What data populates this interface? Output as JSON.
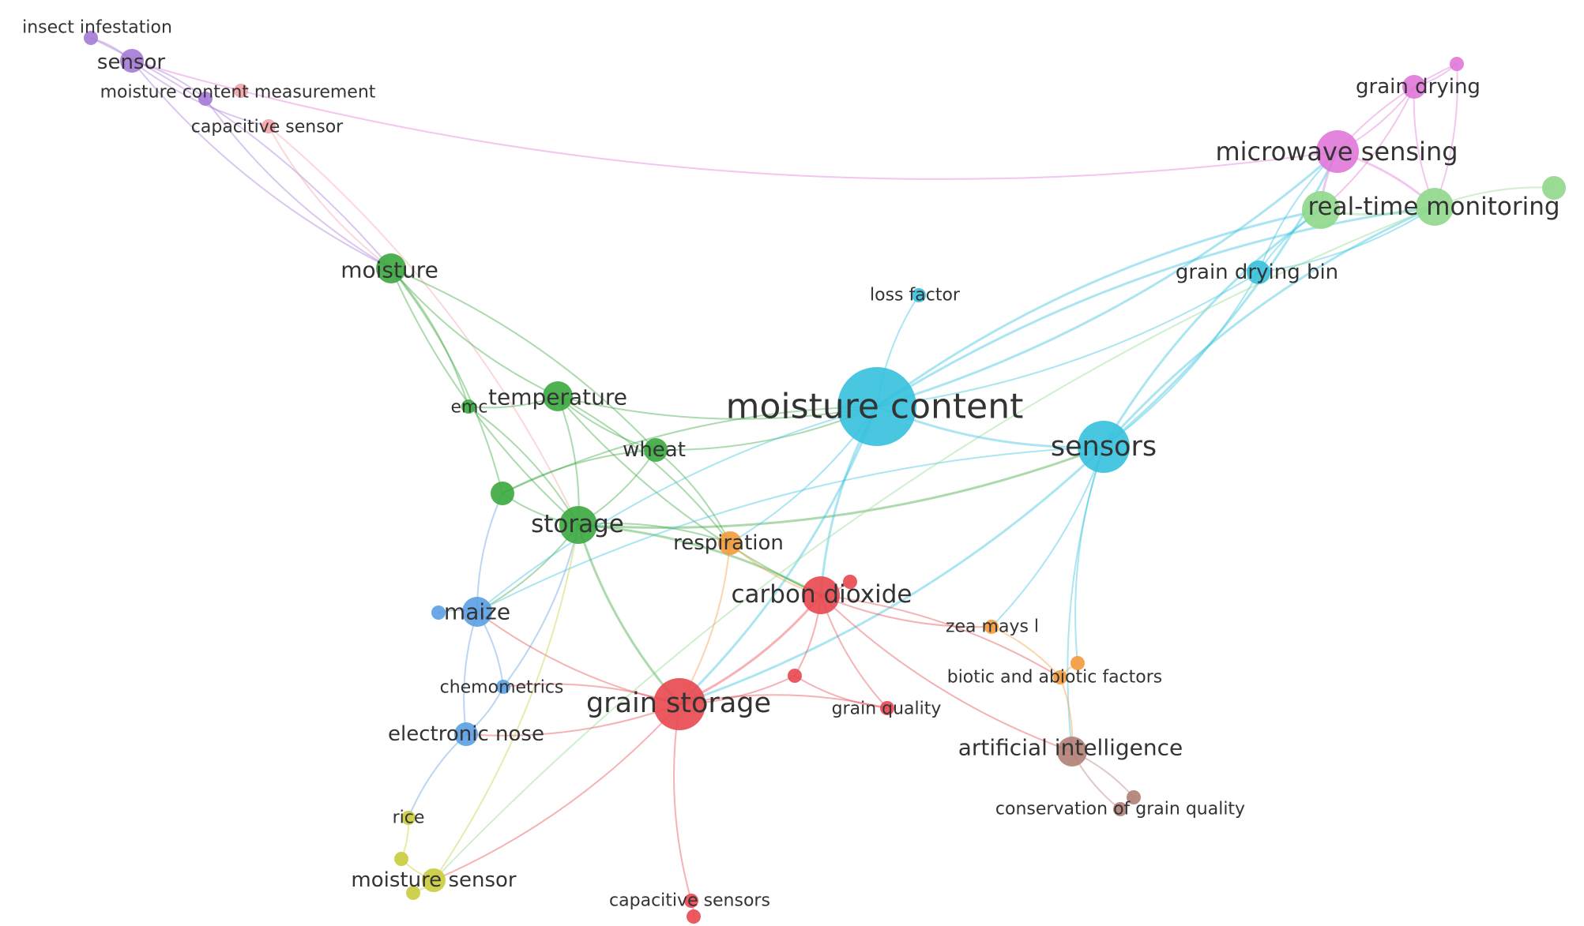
{
  "clusters": {
    "red": "#e8474e",
    "green": "#3aa83f",
    "lightgreen": "#8fd88b",
    "blue": "#5a9ee3",
    "cyan": "#35c0dd",
    "orange": "#f29a3a",
    "purple": "#a57ad6",
    "pink": "#e077d9",
    "salmon": "#f4a3a8",
    "brown": "#b07e75",
    "yellow": "#c9cc3c"
  },
  "nodes": [
    {
      "id": "insect-infestation",
      "label": "insect infestation",
      "cluster": "purple",
      "weight": 1
    },
    {
      "id": "sensor",
      "label": "sensor",
      "cluster": "purple",
      "weight": 2
    },
    {
      "id": "moisture-content-measurement",
      "label": "moisture content measurement",
      "cluster": "purple",
      "weight": 1
    },
    {
      "id": "salmon-small",
      "label": "",
      "cluster": "salmon",
      "weight": 1
    },
    {
      "id": "capacitive-sensor",
      "label": "capacitive sensor",
      "cluster": "salmon",
      "weight": 1
    },
    {
      "id": "moisture",
      "label": "moisture",
      "cluster": "green",
      "weight": 3
    },
    {
      "id": "emc",
      "label": "emc",
      "cluster": "green",
      "weight": 1
    },
    {
      "id": "temperature",
      "label": "temperature",
      "cluster": "green",
      "weight": 3
    },
    {
      "id": "wheat",
      "label": "wheat",
      "cluster": "green",
      "weight": 2
    },
    {
      "id": "green-unlabeled",
      "label": "",
      "cluster": "green",
      "weight": 2
    },
    {
      "id": "storage",
      "label": "storage",
      "cluster": "green",
      "weight": 4
    },
    {
      "id": "moisture-content",
      "label": "moisture content",
      "cluster": "cyan",
      "weight": 10
    },
    {
      "id": "loss-factor",
      "label": "loss factor",
      "cluster": "cyan",
      "weight": 1
    },
    {
      "id": "sensors",
      "label": "sensors",
      "cluster": "cyan",
      "weight": 6
    },
    {
      "id": "grain-drying-bin",
      "label": "grain drying bin",
      "cluster": "cyan",
      "weight": 2
    },
    {
      "id": "microwave-sensing",
      "label": "microwave sensing",
      "cluster": "pink",
      "weight": 5
    },
    {
      "id": "grain-drying",
      "label": "grain drying",
      "cluster": "pink",
      "weight": 2
    },
    {
      "id": "pink-small",
      "label": "",
      "cluster": "pink",
      "weight": 1
    },
    {
      "id": "real-time-monitoring",
      "label": "real-time monitoring",
      "cluster": "lightgreen",
      "weight": 4
    },
    {
      "id": "lightgreen-a",
      "label": "",
      "cluster": "lightgreen",
      "weight": 4
    },
    {
      "id": "lightgreen-b",
      "label": "",
      "cluster": "lightgreen",
      "weight": 2
    },
    {
      "id": "respiration",
      "label": "respiration",
      "cluster": "orange",
      "weight": 2
    },
    {
      "id": "carbon-dioxide",
      "label": "carbon dioxide",
      "cluster": "red",
      "weight": 4
    },
    {
      "id": "red-small-a",
      "label": "",
      "cluster": "red",
      "weight": 1
    },
    {
      "id": "zea-mays-l",
      "label": "zea mays l",
      "cluster": "orange",
      "weight": 1
    },
    {
      "id": "biotic-and-abiotic-factors",
      "label": "biotic and abiotic factors",
      "cluster": "orange",
      "weight": 1
    },
    {
      "id": "orange-small",
      "label": "",
      "cluster": "orange",
      "weight": 1
    },
    {
      "id": "maize",
      "label": "maize",
      "cluster": "blue",
      "weight": 3
    },
    {
      "id": "blue-small",
      "label": "",
      "cluster": "blue",
      "weight": 1
    },
    {
      "id": "chemometrics",
      "label": "chemometrics",
      "cluster": "blue",
      "weight": 1
    },
    {
      "id": "electronic-nose",
      "label": "electronic nose",
      "cluster": "blue",
      "weight": 2
    },
    {
      "id": "grain-storage",
      "label": "grain storage",
      "cluster": "red",
      "weight": 6
    },
    {
      "id": "red-small-b",
      "label": "",
      "cluster": "red",
      "weight": 1
    },
    {
      "id": "grain-quality",
      "label": "grain quality",
      "cluster": "red",
      "weight": 1
    },
    {
      "id": "artificial-intelligence",
      "label": "artificial intelligence",
      "cluster": "brown",
      "weight": 3
    },
    {
      "id": "conservation-of-grain-quality",
      "label": "conservation of grain quality",
      "cluster": "brown",
      "weight": 1
    },
    {
      "id": "brown-small",
      "label": "",
      "cluster": "brown",
      "weight": 1
    },
    {
      "id": "rice",
      "label": "rice",
      "cluster": "yellow",
      "weight": 1
    },
    {
      "id": "yellow-small-a",
      "label": "",
      "cluster": "yellow",
      "weight": 1
    },
    {
      "id": "moisture-sensor",
      "label": "moisture sensor",
      "cluster": "yellow",
      "weight": 2
    },
    {
      "id": "yellow-small-b",
      "label": "",
      "cluster": "yellow",
      "weight": 1
    },
    {
      "id": "capacitive-sensors",
      "label": "capacitive sensors",
      "cluster": "red",
      "weight": 1
    },
    {
      "id": "red-small-c",
      "label": "",
      "cluster": "red",
      "weight": 1
    }
  ],
  "links": [
    [
      "insect-infestation",
      "sensor"
    ],
    [
      "sensor",
      "moisture"
    ],
    [
      "sensor",
      "moisture-content-measurement"
    ],
    [
      "sensor",
      "capacitive-sensor"
    ],
    [
      "insect-infestation",
      "moisture"
    ],
    [
      "moisture-content-measurement",
      "moisture"
    ],
    [
      "capacitive-sensor",
      "storage"
    ],
    [
      "capacitive-sensor",
      "moisture"
    ],
    [
      "moisture",
      "emc"
    ],
    [
      "moisture",
      "temperature"
    ],
    [
      "moisture",
      "wheat"
    ],
    [
      "moisture",
      "storage"
    ],
    [
      "moisture",
      "green-unlabeled"
    ],
    [
      "emc",
      "temperature"
    ],
    [
      "emc",
      "storage"
    ],
    [
      "temperature",
      "wheat"
    ],
    [
      "temperature",
      "storage"
    ],
    [
      "temperature",
      "moisture-content"
    ],
    [
      "temperature",
      "respiration"
    ],
    [
      "temperature",
      "carbon-dioxide"
    ],
    [
      "wheat",
      "storage"
    ],
    [
      "wheat",
      "moisture-content"
    ],
    [
      "wheat",
      "respiration"
    ],
    [
      "wheat",
      "green-unlabeled"
    ],
    [
      "green-unlabeled",
      "moisture-content"
    ],
    [
      "green-unlabeled",
      "storage"
    ],
    [
      "storage",
      "respiration"
    ],
    [
      "storage",
      "grain-storage"
    ],
    [
      "storage",
      "maize"
    ],
    [
      "storage",
      "sensors"
    ],
    [
      "storage",
      "carbon-dioxide"
    ],
    [
      "moisture-content",
      "sensors"
    ],
    [
      "moisture-content",
      "loss-factor"
    ],
    [
      "moisture-content",
      "microwave-sensing"
    ],
    [
      "moisture-content",
      "real-time-monitoring"
    ],
    [
      "moisture-content",
      "grain-drying-bin"
    ],
    [
      "moisture-content",
      "lightgreen-a"
    ],
    [
      "moisture-content",
      "carbon-dioxide"
    ],
    [
      "moisture-content",
      "grain-storage"
    ],
    [
      "moisture-content",
      "maize"
    ],
    [
      "moisture-content",
      "respiration"
    ],
    [
      "sensors",
      "microwave-sensing"
    ],
    [
      "sensors",
      "real-time-monitoring"
    ],
    [
      "sensors",
      "grain-drying-bin"
    ],
    [
      "sensors",
      "lightgreen-a"
    ],
    [
      "sensors",
      "artificial-intelligence"
    ],
    [
      "sensors",
      "zea-mays-l"
    ],
    [
      "sensors",
      "orange-small"
    ],
    [
      "sensors",
      "grain-storage"
    ],
    [
      "sensors",
      "maize"
    ],
    [
      "grain-drying-bin",
      "real-time-monitoring"
    ],
    [
      "grain-drying-bin",
      "lightgreen-a"
    ],
    [
      "grain-drying-bin",
      "microwave-sensing"
    ],
    [
      "microwave-sensing",
      "grain-drying"
    ],
    [
      "microwave-sensing",
      "pink-small"
    ],
    [
      "microwave-sensing",
      "real-time-monitoring"
    ],
    [
      "microwave-sensing",
      "lightgreen-a"
    ],
    [
      "grain-drying",
      "pink-small"
    ],
    [
      "grain-drying",
      "real-time-monitoring"
    ],
    [
      "grain-drying",
      "lightgreen-a"
    ],
    [
      "pink-small",
      "lightgreen-a"
    ],
    [
      "real-time-monitoring",
      "lightgreen-a"
    ],
    [
      "lightgreen-a",
      "lightgreen-b"
    ],
    [
      "lightgreen-a",
      "moisture-sensor"
    ],
    [
      "microwave-sensing",
      "sensor"
    ],
    [
      "respiration",
      "carbon-dioxide"
    ],
    [
      "respiration",
      "grain-storage"
    ],
    [
      "carbon-dioxide",
      "red-small-a"
    ],
    [
      "carbon-dioxide",
      "grain-storage"
    ],
    [
      "carbon-dioxide",
      "zea-mays-l"
    ],
    [
      "carbon-dioxide",
      "red-small-b"
    ],
    [
      "carbon-dioxide",
      "grain-quality"
    ],
    [
      "carbon-dioxide",
      "biotic-and-abiotic-factors"
    ],
    [
      "carbon-dioxide",
      "artificial-intelligence"
    ],
    [
      "zea-mays-l",
      "biotic-and-abiotic-factors"
    ],
    [
      "orange-small",
      "biotic-and-abiotic-factors"
    ],
    [
      "biotic-and-abiotic-factors",
      "artificial-intelligence"
    ],
    [
      "artificial-intelligence",
      "conservation-of-grain-quality"
    ],
    [
      "artificial-intelligence",
      "brown-small"
    ],
    [
      "conservation-of-grain-quality",
      "brown-small"
    ],
    [
      "grain-storage",
      "grain-quality"
    ],
    [
      "grain-storage",
      "red-small-b"
    ],
    [
      "grain-storage",
      "maize"
    ],
    [
      "grain-storage",
      "chemometrics"
    ],
    [
      "grain-storage",
      "electronic-nose"
    ],
    [
      "grain-storage",
      "capacitive-sensors"
    ],
    [
      "grain-storage",
      "moisture-sensor"
    ],
    [
      "red-small-b",
      "grain-quality"
    ],
    [
      "capacitive-sensors",
      "red-small-c"
    ],
    [
      "maize",
      "blue-small"
    ],
    [
      "maize",
      "chemometrics"
    ],
    [
      "maize",
      "electronic-nose"
    ],
    [
      "chemometrics",
      "electronic-nose"
    ],
    [
      "electronic-nose",
      "rice"
    ],
    [
      "rice",
      "yellow-small-a"
    ],
    [
      "yellow-small-a",
      "moisture-sensor"
    ],
    [
      "moisture-sensor",
      "yellow-small-b"
    ],
    [
      "moisture-sensor",
      "storage"
    ],
    [
      "maize",
      "green-unlabeled"
    ],
    [
      "chemometrics",
      "storage"
    ]
  ]
}
